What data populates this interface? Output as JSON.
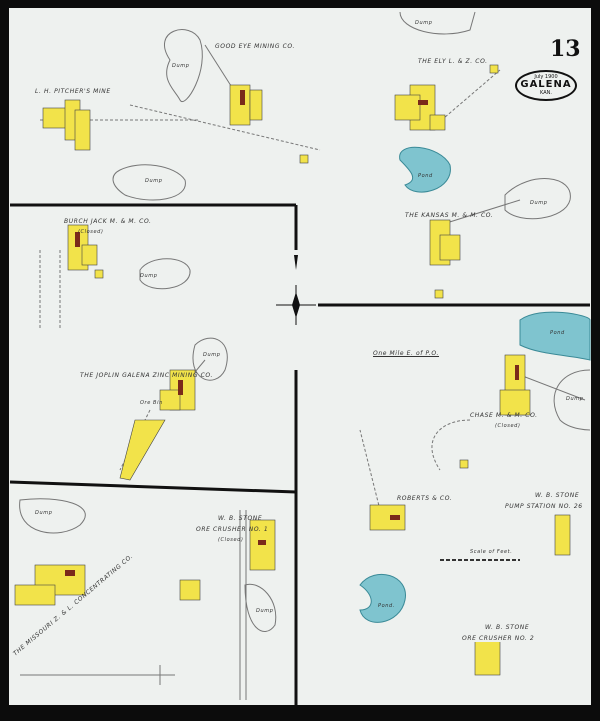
{
  "sheet_number": "13",
  "cartouche": {
    "date": "July 1900",
    "city": "GALENA",
    "state": "KAN."
  },
  "labels": {
    "pitcher": "L. H. Pitcher's Mine",
    "good_eye": "Good Eye Mining Co.",
    "ely": "The Ely L. & Z. Co.",
    "kansas": "The Kansas M. & M. Co.",
    "burch": "Burch Jack M. & M. Co.",
    "burch_status": "(Closed)",
    "joplin": "The Joplin Galena Zinc Mining Co.",
    "ore_bin": "Ore Bin",
    "one_mile": "One Mile E. of P.O.",
    "chase": "Chase M. & M. Co.",
    "chase_status": "(Closed)",
    "missouri": "The Missouri Z. & L. Concentrating Co.",
    "crusher1": "W. B. Stone",
    "crusher1_b": "Ore Crusher No. 1",
    "crusher1_status": "(Closed)",
    "roberts": "Roberts & Co.",
    "pump": "W. B. Stone",
    "pump_b": "Pump Station No. 26",
    "scale": "Scale of Feet.",
    "crusher2": "W. B. Stone",
    "crusher2_b": "Ore Crusher No. 2",
    "dump": "Dump",
    "pond": "Pond",
    "pond_dot": "Pond."
  },
  "colors": {
    "building": "#f2e34a",
    "pond": "#7fc4cf",
    "brick": "#7a2a1a",
    "paper": "#eef1ef"
  }
}
